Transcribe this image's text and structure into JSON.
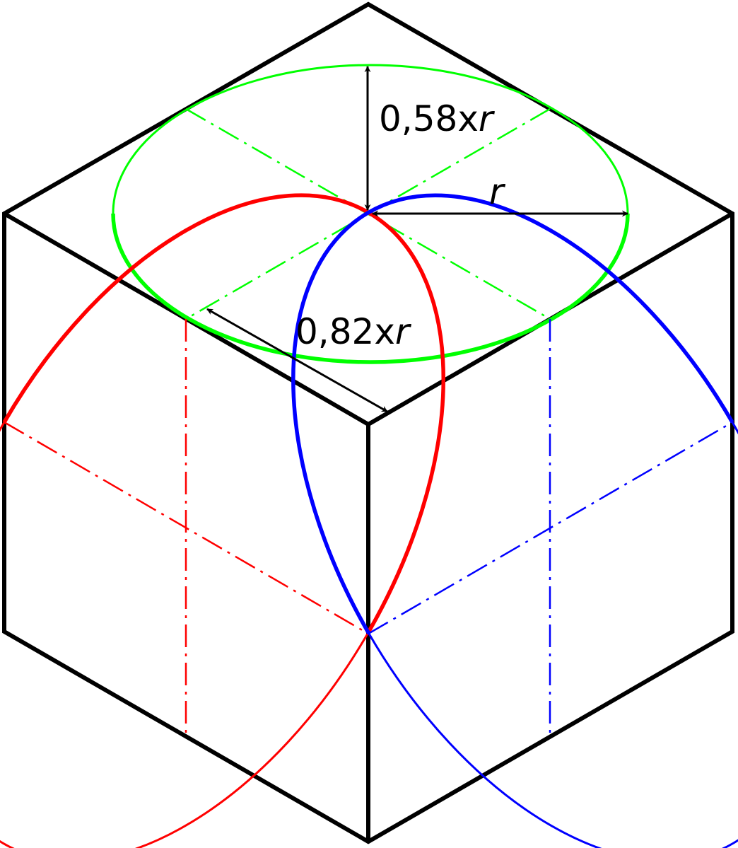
{
  "colors": {
    "top_ellipse": "#00ff00",
    "left_ellipse": "#ff0000",
    "right_ellipse": "#0000ff",
    "cube": "#000000",
    "dimension": "#000000"
  },
  "labels": {
    "height_dimension": {
      "number": "0,58x",
      "variable": "r"
    },
    "radius_dimension": {
      "variable": "r"
    },
    "diagonal_dimension": {
      "number": "0,82x",
      "variable": "r"
    }
  }
}
